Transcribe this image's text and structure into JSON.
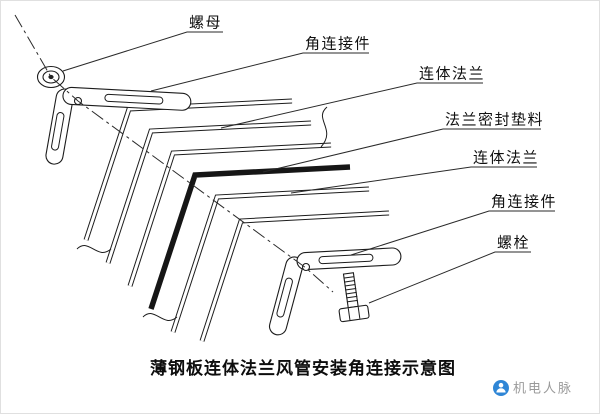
{
  "drawing": {
    "caption": "薄钢板连体法兰风管安装角连接示意图",
    "callouts": {
      "nut": "螺母",
      "corner_connector_top": "角连接件",
      "flange_top": "连体法兰",
      "gasket": "法兰密封垫料",
      "flange_bottom": "连体法兰",
      "corner_connector_bottom": "角连接件",
      "bolt": "螺栓"
    }
  },
  "watermark": {
    "text": "机电人脉"
  },
  "colors": {
    "line": "#1c1c1c",
    "watermark_blue": "#2f86d6",
    "watermark_gray": "#9a9a9a"
  }
}
